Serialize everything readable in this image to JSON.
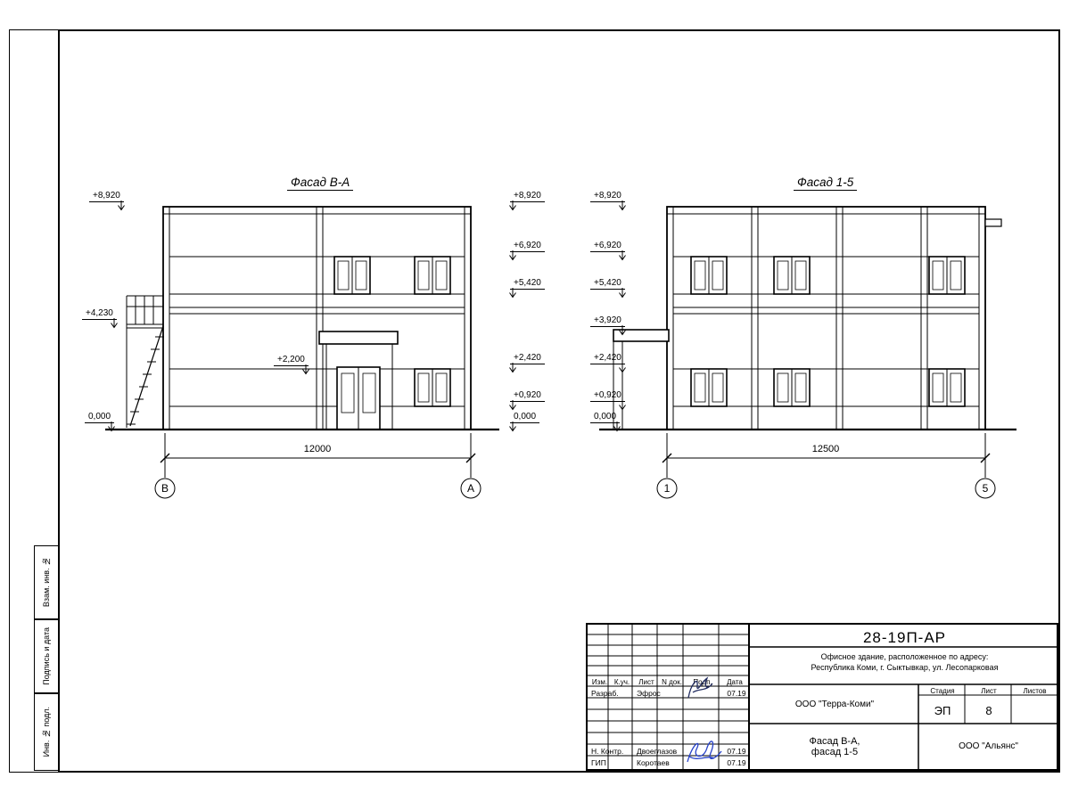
{
  "sheet": {
    "side_labels": [
      "Взам. инв. №",
      "Подпись и дата",
      "Инв. № подл."
    ]
  },
  "facade_ba": {
    "title": "Фасад В-А",
    "marks_left": [
      "+8,920",
      "+4,230",
      "0,000"
    ],
    "mark_inner": "+2,200",
    "marks_right": [
      "+8,920",
      "+6,920",
      "+5,420",
      "+2,420",
      "+0,920",
      "0,000"
    ],
    "dimension": "12000",
    "axis_left": "В",
    "axis_right": "А"
  },
  "facade_15": {
    "title": "Фасад 1-5",
    "marks_left": [
      "+8,920",
      "+6,920",
      "+5,420",
      "+3,920",
      "+2,420",
      "+0,920",
      "0,000"
    ],
    "dimension": "12500",
    "axis_left": "1",
    "axis_right": "5"
  },
  "title_block": {
    "doc_number": "28-19П-АР",
    "description_line1": "Офисное здание, расположенное по адресу:",
    "description_line2": "Республика Коми, г. Сыктывкар, ул. Лесопарковая",
    "rev_headers": [
      "Изм.",
      "К.уч.",
      "Лист",
      "N док.",
      "Подп.",
      "Дата"
    ],
    "rows": [
      {
        "role": "Разраб.",
        "name": "Эфрос",
        "date": "07.19"
      },
      {
        "role": "Н. Контр.",
        "name": "Двоеглазов",
        "date": "07.19"
      },
      {
        "role": "ГИП",
        "name": "Коротаев",
        "date": "07.19"
      }
    ],
    "company": "ООО \"Терра-Коми\"",
    "stage_label": "Стадия",
    "stage_value": "ЭП",
    "sheet_label": "Лист",
    "sheet_value": "8",
    "sheets_label": "Листов",
    "drawing_title_line1": "Фасад В-А,",
    "drawing_title_line2": "фасад 1-5",
    "firm": "ООО \"Альянс\""
  }
}
